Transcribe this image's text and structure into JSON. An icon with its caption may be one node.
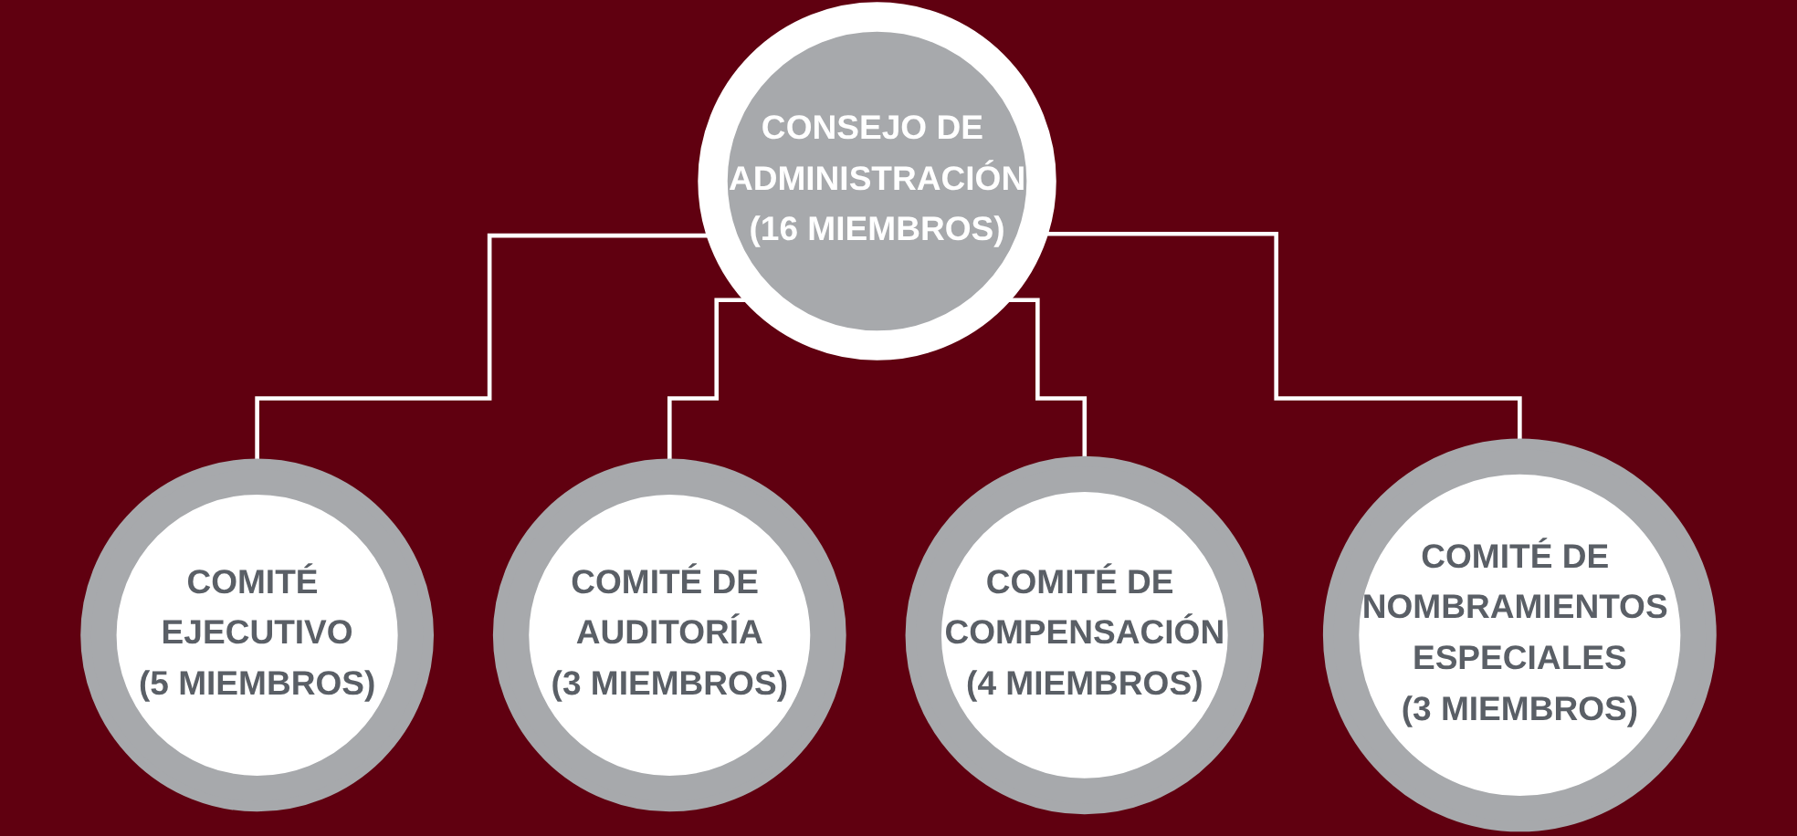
{
  "diagram": {
    "nodes": [
      {
        "text": [
          "CONSEJO DE ADMINISTRACIÓN",
          "(16 MIEMBROS)"
        ]
      },
      {
        "text": [
          "COMITÉ EJECUTIVO",
          "(5 MIEMBROS)"
        ]
      },
      {
        "text": [
          "COMITÉ DE AUDITORÍA",
          "(3 MIEMBROS)"
        ]
      },
      {
        "text": [
          "COMITÉ DE COMPENSACIÓN",
          "(4 MIEMBROS)"
        ]
      },
      {
        "text": [
          "COMITÉ DE NOMBRAMIENTOS ESPECIALES",
          "(3 MIEMBROS)"
        ]
      }
    ],
    "edges": [
      {
        "from": 0,
        "to": 1,
        "arrow": "none"
      },
      {
        "from": 0,
        "to": 2,
        "arrow": "none"
      },
      {
        "from": 0,
        "to": 3,
        "arrow": "none"
      },
      {
        "from": 0,
        "to": 4,
        "arrow": "none"
      }
    ]
  }
}
